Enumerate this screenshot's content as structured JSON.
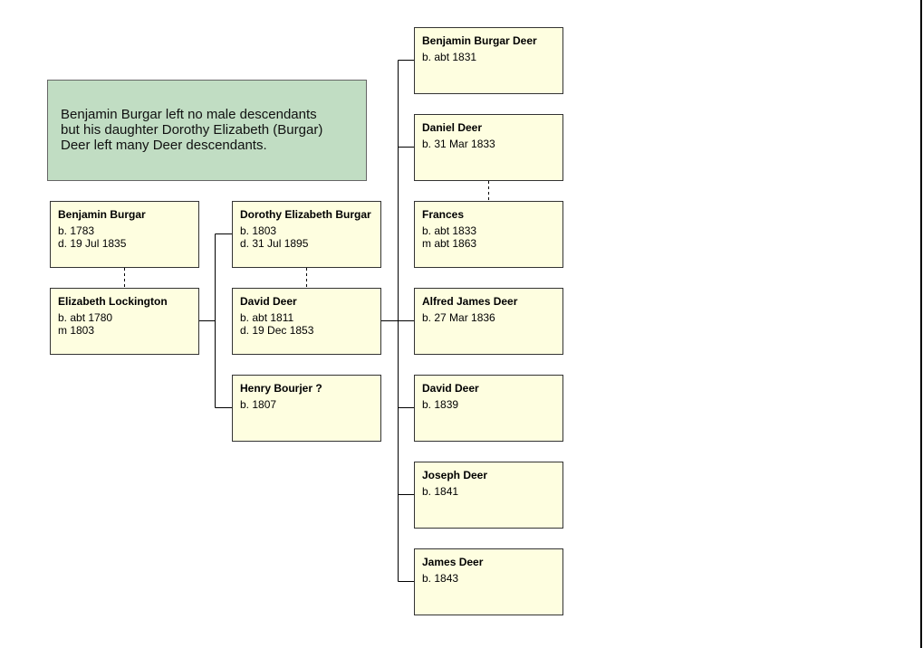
{
  "note": {
    "lines": [
      "Benjamin Burgar left no male descendants",
      "but his daughter Dorothy Elizabeth (Burgar)",
      "Deer left many Deer descendants."
    ]
  },
  "people": {
    "benjamin_burgar": {
      "name": "Benjamin Burgar",
      "l1": "b. 1783",
      "l2": "d. 19 Jul 1835"
    },
    "elizabeth_lockington": {
      "name": "Elizabeth Lockington",
      "l1": "b. abt 1780",
      "l2": "m 1803"
    },
    "dorothy_elizabeth_burgar": {
      "name": "Dorothy Elizabeth Burgar",
      "l1": "b. 1803",
      "l2": "d. 31 Jul 1895"
    },
    "david_deer_sr": {
      "name": "David Deer",
      "l1": "b. abt 1811",
      "l2": "d. 19 Dec 1853"
    },
    "henry_bourjer": {
      "name": "Henry Bourjer ?",
      "l1": "b. 1807",
      "l2": ""
    },
    "benjamin_burgar_deer": {
      "name": "Benjamin Burgar Deer",
      "l1": "b. abt 1831",
      "l2": ""
    },
    "daniel_deer": {
      "name": "Daniel Deer",
      "l1": "b. 31 Mar 1833",
      "l2": ""
    },
    "frances": {
      "name": "Frances",
      "l1": "b. abt 1833",
      "l2": "m abt 1863"
    },
    "alfred_james_deer": {
      "name": "Alfred James Deer",
      "l1": "b. 27 Mar 1836",
      "l2": ""
    },
    "david_deer_jr": {
      "name": "David Deer",
      "l1": "b. 1839",
      "l2": ""
    },
    "joseph_deer": {
      "name": "Joseph Deer",
      "l1": "b. 1841",
      "l2": ""
    },
    "james_deer": {
      "name": "James Deer",
      "l1": "b. 1843",
      "l2": ""
    }
  }
}
